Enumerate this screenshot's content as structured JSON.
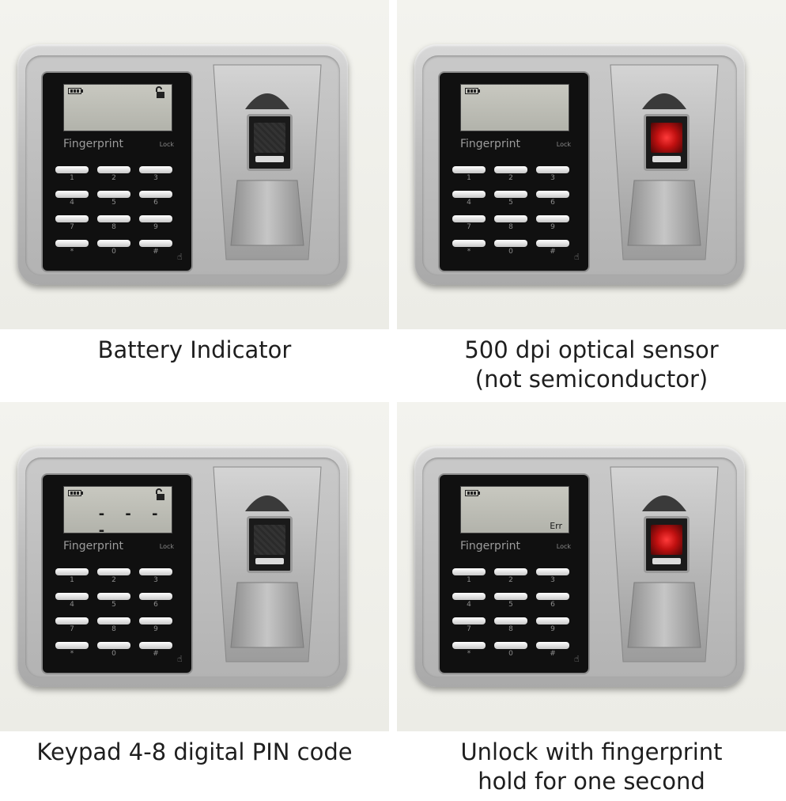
{
  "panels": [
    {
      "caption_lines": [
        "Battery Indicator"
      ],
      "lcd": {
        "battery": true,
        "lock_icon": true,
        "dashes": "",
        "err": ""
      },
      "sensor_lit": false
    },
    {
      "caption_lines": [
        "500 dpi optical sensor",
        "(not semiconductor)"
      ],
      "lcd": {
        "battery": true,
        "lock_icon": false,
        "dashes": "",
        "err": ""
      },
      "sensor_lit": true
    },
    {
      "caption_lines": [
        "Keypad 4-8 digital PIN code"
      ],
      "lcd": {
        "battery": true,
        "lock_icon": true,
        "dashes": "- - - -",
        "err": ""
      },
      "sensor_lit": false
    },
    {
      "caption_lines": [
        "Unlock with fingerprint",
        "hold for one second"
      ],
      "lcd": {
        "battery": true,
        "lock_icon": false,
        "dashes": "",
        "err": "Err"
      },
      "sensor_lit": true
    }
  ],
  "device": {
    "brand": "Fingerprint",
    "lock_label": "Lock",
    "keys": [
      "1",
      "2",
      "3",
      "4",
      "5",
      "6",
      "7",
      "8",
      "9",
      "*",
      "0",
      "#"
    ]
  },
  "colors": {
    "sensor_red": "#e01818",
    "lcd": "#bdbeb6",
    "panel": "#101010",
    "housing": "#b5b5b5"
  },
  "icons": {
    "battery": "battery-icon",
    "lock": "unlocked-padlock-icon",
    "hand": "hand-icon"
  }
}
